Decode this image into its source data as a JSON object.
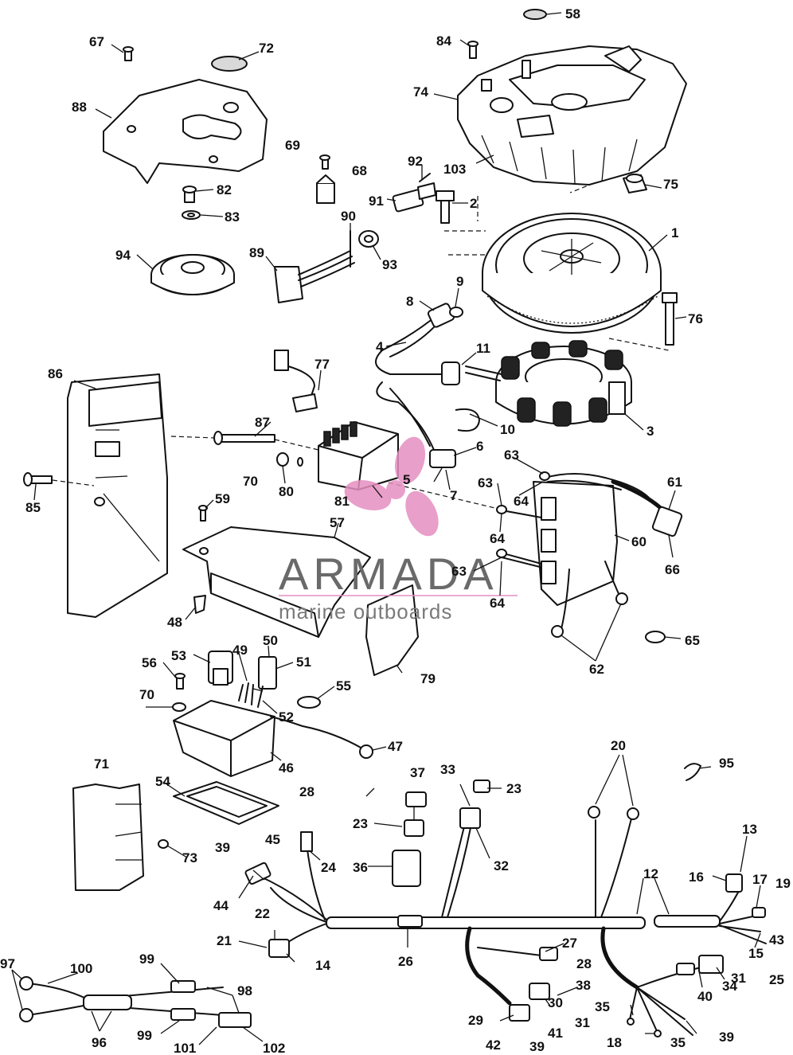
{
  "watermark": {
    "brand": "ARMADA",
    "tagline": "marine outboards",
    "logo_color": "#e58fc0"
  },
  "callouts": {
    "c1": "1",
    "c2": "2",
    "c3": "3",
    "c4": "4",
    "c5": "5",
    "c6": "6",
    "c7": "7",
    "c8": "8",
    "c9": "9",
    "c10": "10",
    "c11": "11",
    "c12": "12",
    "c13": "13",
    "c14": "14",
    "c15": "15",
    "c16": "16",
    "c17": "17",
    "c18": "18",
    "c19": "19",
    "c20": "20",
    "c21": "21",
    "c22": "22",
    "c23": "23",
    "c24": "24",
    "c25": "25",
    "c26": "26",
    "c27": "27",
    "c28": "28",
    "c29": "29",
    "c30": "30",
    "c31": "31",
    "c32": "32",
    "c33": "33",
    "c34": "34",
    "c35": "35",
    "c36": "36",
    "c37": "37",
    "c38": "38",
    "c39": "39",
    "c40": "40",
    "c41": "41",
    "c42": "42",
    "c43": "43",
    "c44": "44",
    "c45": "45",
    "c46": "46",
    "c47": "47",
    "c48": "48",
    "c49": "49",
    "c50": "50",
    "c51": "51",
    "c52": "52",
    "c53": "53",
    "c54": "54",
    "c55": "55",
    "c56": "56",
    "c57": "57",
    "c58": "58",
    "c59": "59",
    "c60": "60",
    "c61": "61",
    "c62": "62",
    "c63": "63",
    "c64": "64",
    "c65": "65",
    "c66": "66",
    "c67": "67",
    "c68": "68",
    "c69": "69",
    "c70": "70",
    "c71": "71",
    "c72": "72",
    "c73": "73",
    "c74": "74",
    "c75": "75",
    "c76": "76",
    "c77": "77",
    "c79": "79",
    "c80": "80",
    "c81": "81",
    "c82": "82",
    "c83": "83",
    "c84": "84",
    "c85": "85",
    "c86": "86",
    "c87": "87",
    "c88": "88",
    "c89": "89",
    "c90": "90",
    "c91": "91",
    "c92": "92",
    "c93": "93",
    "c94": "94",
    "c95": "95",
    "c96": "96",
    "c97": "97",
    "c98": "98",
    "c99": "99",
    "c100": "100",
    "c101": "101",
    "c102": "102",
    "c103": "103"
  }
}
